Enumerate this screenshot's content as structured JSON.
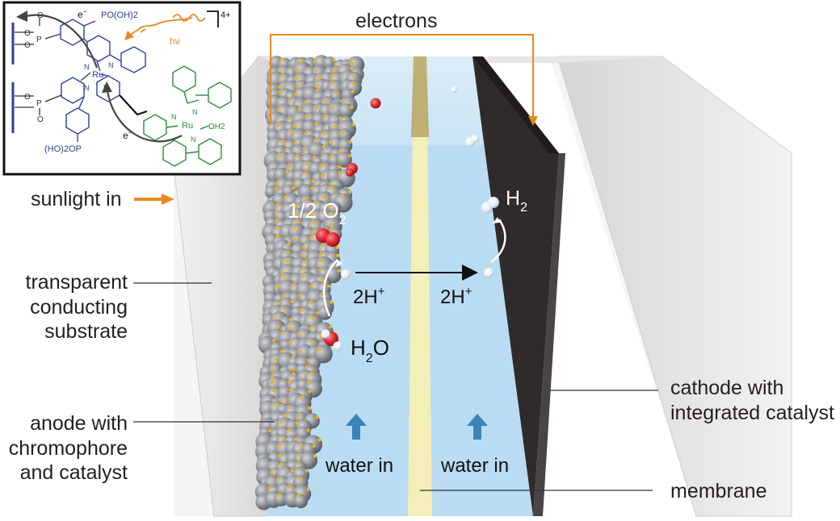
{
  "labels": {
    "electrons": "electrons",
    "sunlight_in": "sunlight in",
    "transparent_substrate": [
      "transparent",
      "conducting",
      "substrate"
    ],
    "anode": [
      "anode with",
      "chromophore",
      "and catalyst"
    ],
    "cathode": [
      "cathode with",
      "integrated catalyst"
    ],
    "membrane": "membrane",
    "water_in_left": "water in",
    "water_in_right": "water in",
    "half_o2_prefix": "1/2 O",
    "half_o2_sub": "2",
    "h2_main": "H",
    "h2_sub": "2",
    "proton_left": "2H",
    "proton_right": "2H",
    "proton_charge": "+",
    "water_h": "H",
    "water_sub": "2",
    "water_o": "O"
  },
  "inset": {
    "charge": "4+",
    "electron_top": "e",
    "electron_bottom": "e",
    "electron_sign": "−",
    "hv": "hν",
    "group_top": "PO(OH)2",
    "group_bottom": "(HO)2OP",
    "ru_center": "Ru",
    "ru_catalyst": "Ru",
    "oh2": "OH2",
    "nitrogen": "N",
    "oxygen": "O",
    "phosphorus": "P"
  },
  "colors": {
    "accent_orange": "#e8891f",
    "electrolyte_blue": "#b9dcf3",
    "membrane": "#f4efb6",
    "cathode": "#2f2b2a",
    "housing_gray": "#e3e1df",
    "chromophore_blue": "#2e3e96",
    "catalyst_green": "#2f8a3c",
    "anode_sphere": "#8f9296",
    "catalyst_dot": "#f0b323",
    "oxygen_red": "#d7262c",
    "water_arrow": "#3a83b5"
  }
}
